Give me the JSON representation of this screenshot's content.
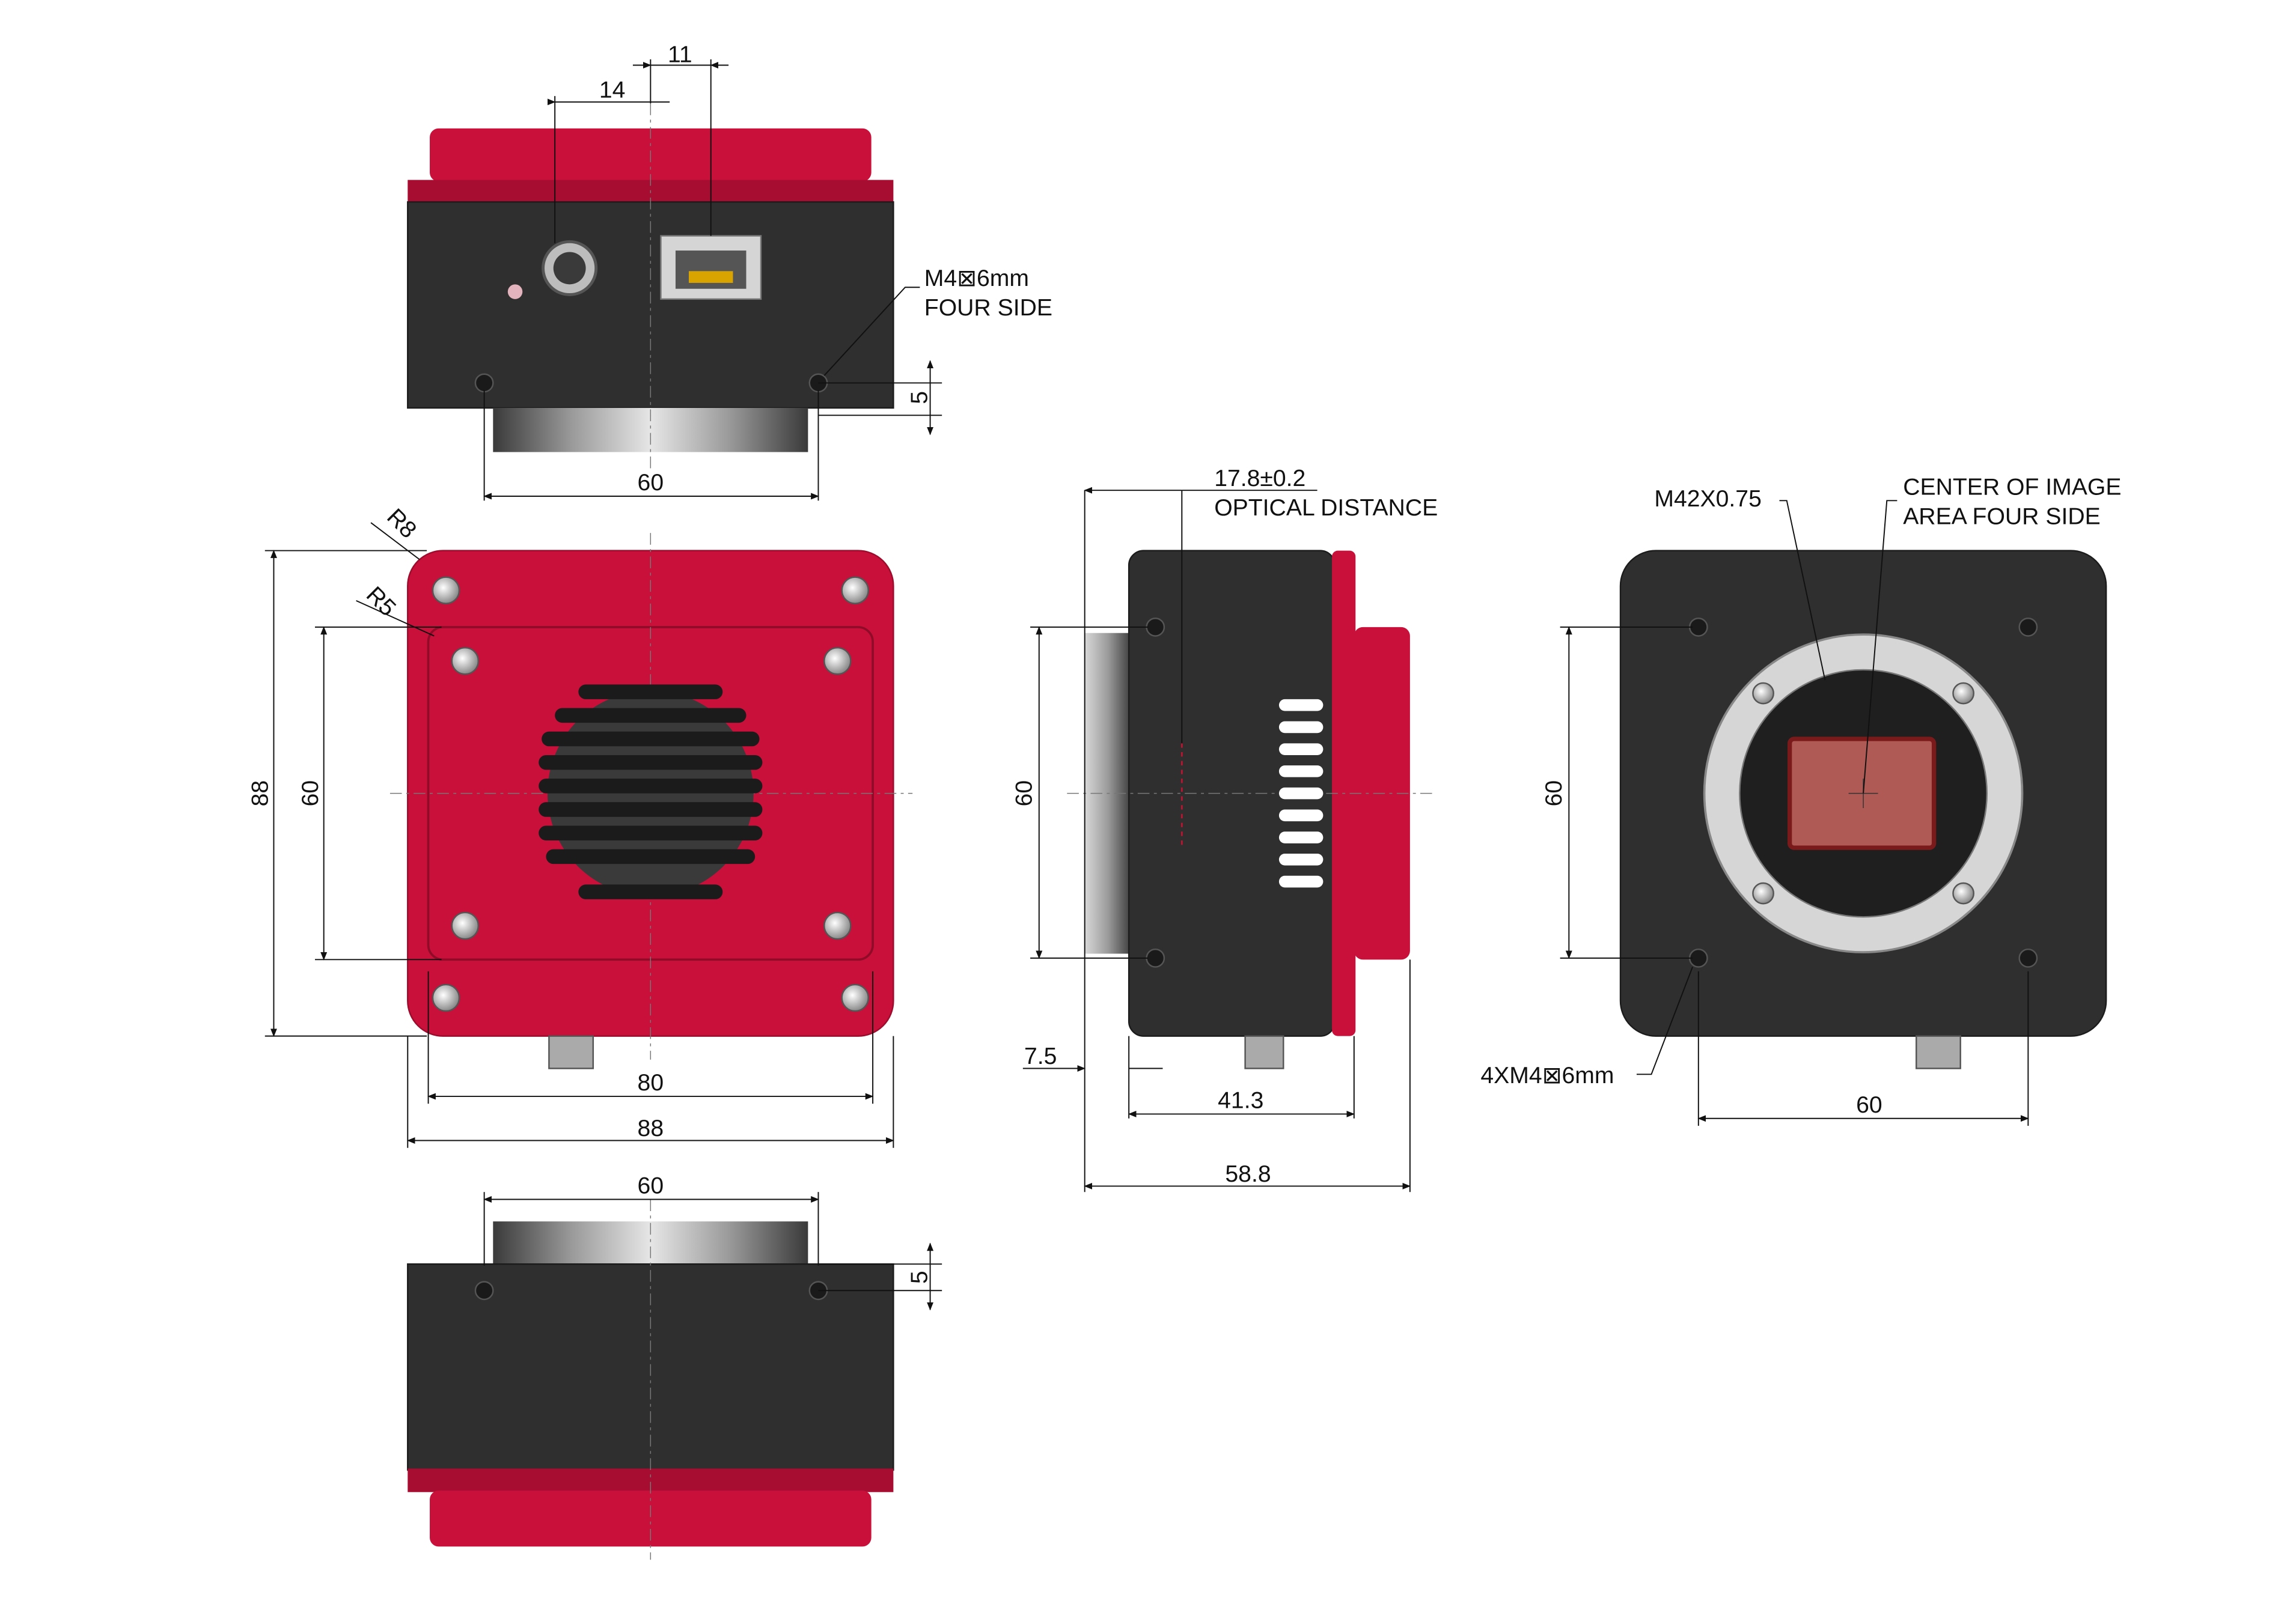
{
  "colors": {
    "body_dark": "#2f2f2f",
    "body_dark_edge": "#1c1c1c",
    "accent_red": "#c8103a",
    "accent_red_dark": "#9c0c2c",
    "metal": "#c9c9c9",
    "sensor": "#b05a55",
    "line": "#111111"
  },
  "views": {
    "top": {
      "dim_11": "11",
      "dim_14": "14",
      "dim_5": "5",
      "dim_60": "60",
      "callout_line1": "M4⊠6mm",
      "callout_line2": "FOUR SIDE"
    },
    "rear": {
      "r8": "R8",
      "r5": "R5",
      "dim_88_v": "88",
      "dim_60_v": "60",
      "dim_80": "80",
      "dim_88_h": "88"
    },
    "bottom": {
      "dim_60": "60",
      "dim_5": "5"
    },
    "side": {
      "optical_line1": "17.8±0.2",
      "optical_line2": "OPTICAL DISTANCE",
      "dim_60_v": "60",
      "dim_7_5": "7.5",
      "dim_41_3": "41.3",
      "dim_58_8": "58.8"
    },
    "front": {
      "mount_label": "M42X0.75",
      "center_line1": "CENTER OF IMAGE",
      "center_line2": "AREA FOUR SIDE",
      "dim_60_v": "60",
      "dim_60_h": "60",
      "holes_label": "4XM4⊠6mm"
    }
  }
}
